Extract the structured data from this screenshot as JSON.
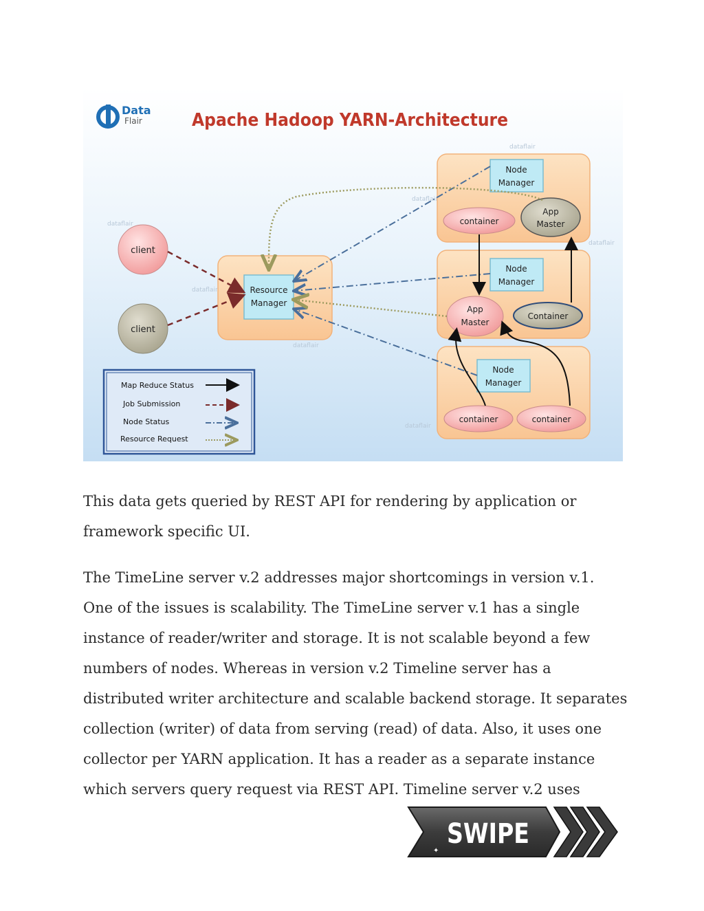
{
  "figure": {
    "logo": {
      "line1": "Data",
      "line2": "Flair"
    },
    "title": "Apache Hadoop YARN-Architecture",
    "watermark": "dataflair",
    "nodes": {
      "client1": "client",
      "client2": "client",
      "resource_manager": [
        "Resource",
        "Manager"
      ],
      "node_manager_1": [
        "Node",
        "Manager"
      ],
      "node_manager_2": [
        "Node",
        "Manager"
      ],
      "node_manager_3": [
        "Node",
        "Manager"
      ],
      "app_master_top": [
        "App",
        "Master"
      ],
      "app_master_mid": [
        "App",
        "Master"
      ],
      "container_top": "container",
      "container_mid": "Container",
      "container_bottom_left": "container",
      "container_bottom_right": "container"
    },
    "legend": [
      {
        "label": "Map Reduce Status",
        "style": "solid"
      },
      {
        "label": "Job Submission",
        "style": "dashed"
      },
      {
        "label": "Node Status",
        "style": "dashdot"
      },
      {
        "label": "Resource Request",
        "style": "dotted"
      }
    ],
    "colors": {
      "title": "#c0392b",
      "node_box": "#fbd4a8",
      "manager_box": "#bfeaf5",
      "pink": "#f7b3b3",
      "gray": "#bdbaa8",
      "legend_border": "#2e5597",
      "job_arrow": "#7a2b2b",
      "node_arrow": "#4a6f9b",
      "request_arrow": "#9c9a5e"
    }
  },
  "paragraphs": [
    "This data gets queried by REST API for rendering by application or\nframework specific UI.",
    "The TimeLine server v.2 addresses major shortcomings in version v.1.\nOne of the issues is scalability. The TimeLine server v.1 has a single\ninstance of reader/writer and storage. It is not scalable beyond a few\nnumbers of nodes. Whereas in version v.2 Timeline server has a\ndistributed writer architecture and scalable backend storage. It separates\ncollection (writer) of data from serving (read) of data. Also, it uses one\ncollector per YARN application. It has a reader as a separate instance\nwhich servers query request via REST API. Timeline server v.2 uses"
  ],
  "swipe_button": {
    "label": "SWIPE"
  }
}
